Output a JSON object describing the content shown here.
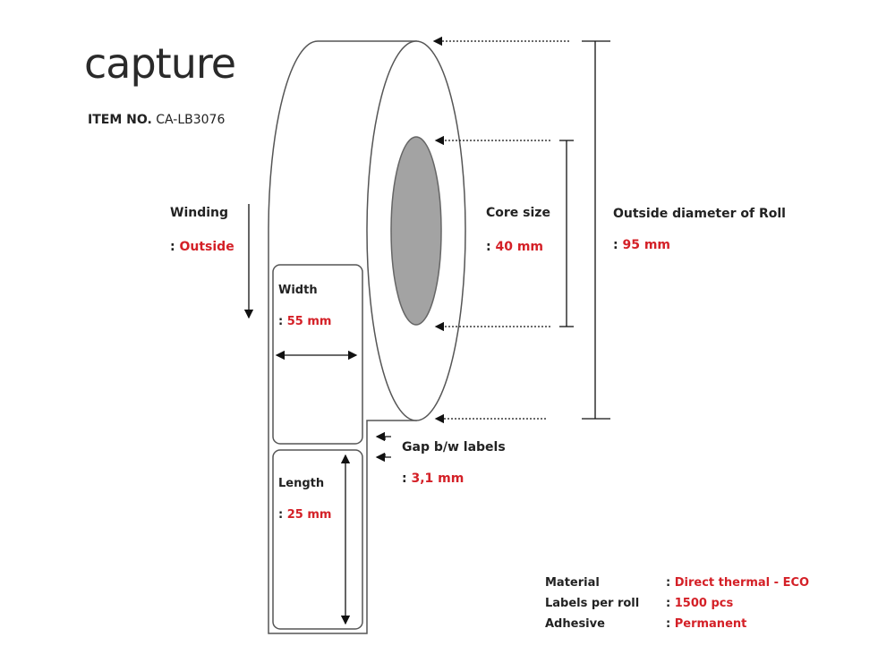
{
  "brand": {
    "logo": "capture",
    "item_label": "ITEM NO.",
    "item_no": "CA-LB3076"
  },
  "winding": {
    "label": "Winding",
    "value": "Outside"
  },
  "width": {
    "label": "Width",
    "value": "55 mm"
  },
  "length": {
    "label": "Length",
    "value": "25 mm"
  },
  "core": {
    "label": "Core size",
    "value": "40 mm"
  },
  "outside": {
    "label": "Outside diameter of Roll",
    "value": "95 mm"
  },
  "gap": {
    "label": "Gap b/w labels",
    "value": "3,1 mm"
  },
  "specs": [
    {
      "label": "Material",
      "value": "Direct thermal - ECO"
    },
    {
      "label": "Labels per roll",
      "value": "1500 pcs"
    },
    {
      "label": "Adhesive",
      "value": "Permanent"
    }
  ],
  "colors": {
    "accent": "#d42027",
    "core": "#a3a3a3"
  }
}
